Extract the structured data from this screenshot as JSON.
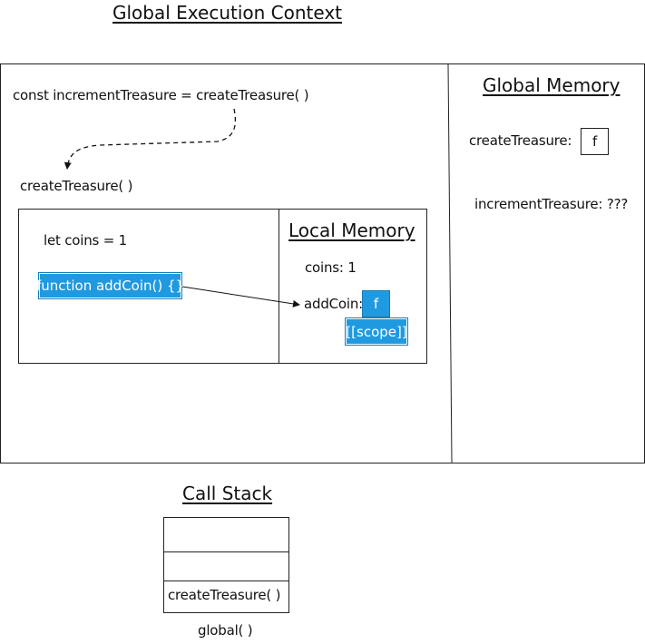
{
  "global_context": {
    "title": "Global Execution Context",
    "code_line": "const incrementTreasure = createTreasure( )",
    "call_label": "createTreasure( )"
  },
  "local_context": {
    "let_line": "let coins = 1",
    "function_label": "function addCoin() {}",
    "memory_title": "Local Memory",
    "coins_label": "coins: 1",
    "addcoin_label": "addCoin:",
    "addcoin_value": "f",
    "scope_label": "[[scope]]"
  },
  "global_memory": {
    "title": "Global Memory",
    "create_label": "createTreasure:",
    "create_value": "f",
    "increment_label": "incrementTreasure:",
    "increment_value": "???"
  },
  "call_stack": {
    "title": "Call Stack",
    "frames": [
      "",
      "",
      "createTreasure( )"
    ],
    "base_label": "global( )"
  },
  "colors": {
    "accent_blue": "#1f9ae0",
    "line": "#222222"
  }
}
